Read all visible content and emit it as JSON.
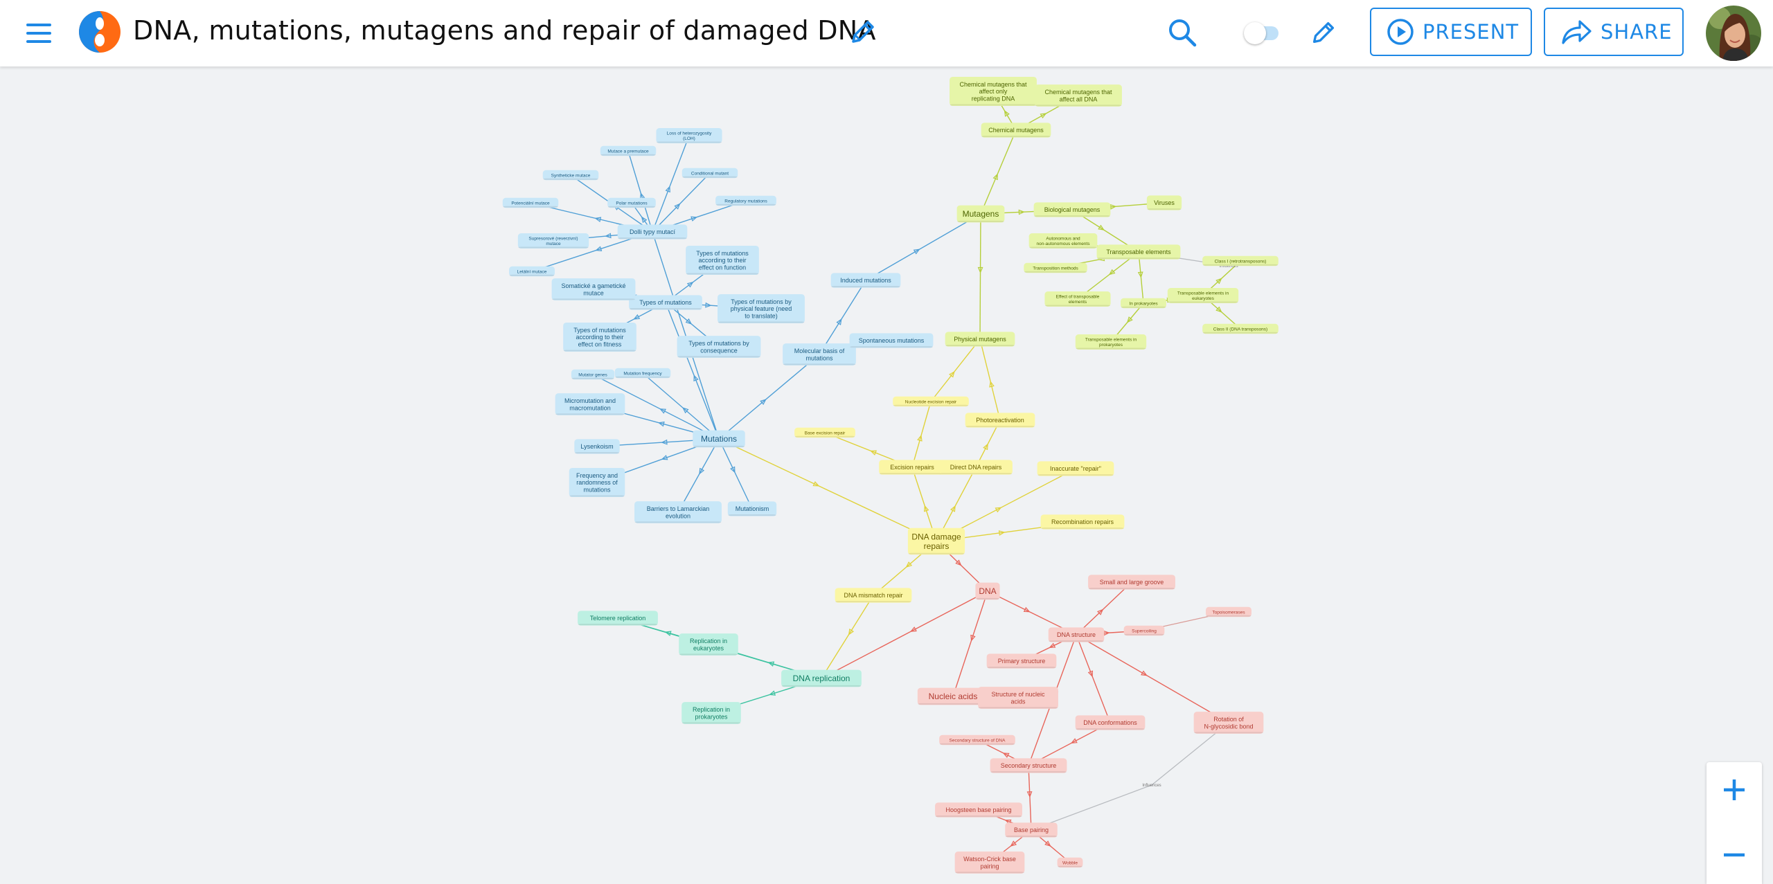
{
  "header": {
    "title": "DNA, mutations, mutagens and repair of damaged DNA",
    "present_label": "PRESENT",
    "share_label": "SHARE"
  },
  "icons": {
    "menu": "hamburger-menu-icon",
    "logo": "app-logo",
    "edit": "pencil-icon",
    "search": "search-icon",
    "toggle": "toggle-switch",
    "present": "play-circle-icon",
    "share": "share-arrow-icon",
    "zoom_in": "plus-icon",
    "zoom_out": "minus-icon"
  },
  "colors": {
    "accent": "#1e88e5",
    "blue_node": "#c8e7f8",
    "blue_text": "#1a5a80",
    "blue_edge": "#4f9fd6",
    "yellow_node": "#fbf6a4",
    "yellow_text": "#6a6000",
    "yellow_edge": "#e0d23a",
    "green_node": "#e6f5a8",
    "green_text": "#4d6400",
    "green_edge": "#b5cf3a",
    "red_node": "#f8cfcb",
    "red_text": "#b03a30",
    "red_edge": "#e8655a",
    "teal_node": "#bdf0e2",
    "teal_text": "#0f7d62",
    "teal_edge": "#3cc3a0"
  },
  "mindmap": {
    "nodes": [
      {
        "id": "mut",
        "label": "Mutations",
        "c": "blue",
        "size": "md"
      },
      {
        "id": "dna_rep",
        "label": "DNA damage repairs",
        "c": "yellow",
        "size": "md"
      },
      {
        "id": "dna",
        "label": "DNA",
        "c": "red",
        "size": "md"
      },
      {
        "id": "dnarep",
        "label": "DNA replication",
        "c": "teal",
        "size": "md"
      },
      {
        "id": "mutagens",
        "label": "Mutagens",
        "c": "green",
        "size": "md"
      },
      {
        "id": "doli",
        "label": "Dolli typy mutací",
        "c": "blue",
        "size": "xs"
      },
      {
        "id": "types",
        "label": "Types of mutations",
        "c": "blue",
        "size": "xs"
      },
      {
        "id": "lih",
        "label": "Loss of heterozygosity (LOH)",
        "c": "blue",
        "size": "xxs"
      },
      {
        "id": "mutpre",
        "label": "Mutace a premutace",
        "c": "blue",
        "size": "xxs"
      },
      {
        "id": "synth",
        "label": "Syntheticke mutace",
        "c": "blue",
        "size": "xxs"
      },
      {
        "id": "potent",
        "label": "Potenciální mutace",
        "c": "blue",
        "size": "xxs"
      },
      {
        "id": "suppr",
        "label": "Supresorové (reverzivní) mutace",
        "c": "blue",
        "size": "xxs"
      },
      {
        "id": "lethal",
        "label": "Letální mutace",
        "c": "blue",
        "size": "xxs"
      },
      {
        "id": "polar",
        "label": "Polar mutations",
        "c": "blue",
        "size": "xxs"
      },
      {
        "id": "conddom",
        "label": "Conditional mutant",
        "c": "blue",
        "size": "xxs"
      },
      {
        "id": "regul",
        "label": "Regulatory mutations",
        "c": "blue",
        "size": "xxs"
      },
      {
        "id": "somat",
        "label": "Somatické a gametické mutace",
        "c": "blue",
        "size": "xs"
      },
      {
        "id": "tfunc",
        "label": "Types of mutations according to their effect on function",
        "c": "blue",
        "size": "xs"
      },
      {
        "id": "tphys",
        "label": "Types of mutations by physical feature (need to translate)",
        "c": "blue",
        "size": "xs"
      },
      {
        "id": "tfit",
        "label": "Types of mutations according to their effect on fitness",
        "c": "blue",
        "size": "xs"
      },
      {
        "id": "tcons",
        "label": "Types of mutations by consequence",
        "c": "blue",
        "size": "xs"
      },
      {
        "id": "induced",
        "label": "Induced mutations",
        "c": "blue",
        "size": "xs"
      },
      {
        "id": "molbasis",
        "label": "Molecular basis of mutations",
        "c": "blue",
        "size": "xs"
      },
      {
        "id": "spont",
        "label": "Spontaneous mutations",
        "c": "blue",
        "size": "xs"
      },
      {
        "id": "mutator",
        "label": "Mutator genes",
        "c": "blue",
        "size": "xxs"
      },
      {
        "id": "mutfreq",
        "label": "Mutation frequency",
        "c": "blue",
        "size": "xxs"
      },
      {
        "id": "micro",
        "label": "Micromutation and macromutation",
        "c": "blue",
        "size": "xs"
      },
      {
        "id": "lysen",
        "label": "Lysenkoism",
        "c": "blue",
        "size": "xs"
      },
      {
        "id": "freq",
        "label": "Frequency and randomness of mutations",
        "c": "blue",
        "size": "xs"
      },
      {
        "id": "barriers",
        "label": "Barriers to Lamarckian evolution",
        "c": "blue",
        "size": "xs"
      },
      {
        "id": "mutationism",
        "label": "Mutationism",
        "c": "blue",
        "size": "xs"
      },
      {
        "id": "chemrep",
        "label": "Chemical mutagens that affect only replicating DNA",
        "c": "green",
        "size": "xs"
      },
      {
        "id": "chemall",
        "label": "Chemical mutagens that affect all DNA",
        "c": "green",
        "size": "xs"
      },
      {
        "id": "chem",
        "label": "Chemical mutagens",
        "c": "green",
        "size": "xs"
      },
      {
        "id": "bio",
        "label": "Biological mutagens",
        "c": "green",
        "size": "xs"
      },
      {
        "id": "viruses",
        "label": "Viruses",
        "c": "green",
        "size": "xs"
      },
      {
        "id": "transp",
        "label": "Transposable elements",
        "c": "green",
        "size": "xs"
      },
      {
        "id": "autonom",
        "label": "Autonomous and non-autonomous elements",
        "c": "green",
        "size": "xxs"
      },
      {
        "id": "transmeth",
        "label": "Transposition methods",
        "c": "green",
        "size": "xxs"
      },
      {
        "id": "effect",
        "label": "Effect of transposable elements",
        "c": "green",
        "size": "xxs"
      },
      {
        "id": "inprok",
        "label": "In prokaryotes",
        "c": "green",
        "size": "xxs"
      },
      {
        "id": "ineuk",
        "label": "Transposable elements in eukaryotes",
        "c": "green",
        "size": "xxs"
      },
      {
        "id": "transprok",
        "label": "Transposable elements in prokaryotes",
        "c": "green",
        "size": "xxs"
      },
      {
        "id": "class1",
        "label": "Class I (retrotransposons)",
        "c": "green",
        "size": "xxs"
      },
      {
        "id": "class2",
        "label": "Class II (DNA transposons)",
        "c": "green",
        "size": "xxs"
      },
      {
        "id": "phys",
        "label": "Physical mutagens",
        "c": "green",
        "size": "xs"
      },
      {
        "id": "nucexc",
        "label": "Nucleotide excision repair",
        "c": "yellow",
        "size": "xxs"
      },
      {
        "id": "baseexc",
        "label": "Base excision repair",
        "c": "yellow",
        "size": "xxs"
      },
      {
        "id": "photo",
        "label": "Photoreactivation",
        "c": "yellow",
        "size": "xs"
      },
      {
        "id": "excision",
        "label": "Excision repairs",
        "c": "yellow",
        "size": "xs"
      },
      {
        "id": "direct",
        "label": "Direct DNA repairs",
        "c": "yellow",
        "size": "xs"
      },
      {
        "id": "inacc",
        "label": "Inaccurate \"repair\"",
        "c": "yellow",
        "size": "xs"
      },
      {
        "id": "recomb",
        "label": "Recombination repairs",
        "c": "yellow",
        "size": "xs"
      },
      {
        "id": "mismatch",
        "label": "DNA mismatch repair",
        "c": "yellow",
        "size": "xs"
      },
      {
        "id": "smalllarge",
        "label": "Small and large groove",
        "c": "red",
        "size": "xs"
      },
      {
        "id": "supercoil",
        "label": "Supercoiling",
        "c": "red",
        "size": "xxs"
      },
      {
        "id": "topo",
        "label": "Topoisomerases",
        "c": "red",
        "size": "xxs"
      },
      {
        "id": "dnastruct",
        "label": "DNA structure",
        "c": "red",
        "size": "xs"
      },
      {
        "id": "primary",
        "label": "Primary structure",
        "c": "red",
        "size": "xs"
      },
      {
        "id": "nucacids",
        "label": "Nucleic acids",
        "c": "red",
        "size": "md"
      },
      {
        "id": "structna",
        "label": "Structure of nucleic acids",
        "c": "red",
        "size": "xs"
      },
      {
        "id": "dnaconf",
        "label": "DNA conformations",
        "c": "red",
        "size": "xs"
      },
      {
        "id": "rotation",
        "label": "Rotation of N-glycosidic bond",
        "c": "red",
        "size": "xs"
      },
      {
        "id": "secdna",
        "label": "Secondary structure of DNA",
        "c": "red",
        "size": "xxs"
      },
      {
        "id": "secondary",
        "label": "Secondary structure",
        "c": "red",
        "size": "xs"
      },
      {
        "id": "hoog",
        "label": "Hoogsteen base pairing",
        "c": "red",
        "size": "xs"
      },
      {
        "id": "basepair",
        "label": "Base pairing",
        "c": "red",
        "size": "xs"
      },
      {
        "id": "watson",
        "label": "Watson-Crick base pairing",
        "c": "red",
        "size": "xs"
      },
      {
        "id": "wobble",
        "label": "Wobble",
        "c": "red",
        "size": "xxs"
      },
      {
        "id": "telomere",
        "label": "Telomere replication",
        "c": "teal",
        "size": "xs"
      },
      {
        "id": "repeuk",
        "label": "Replication in eukaryotes",
        "c": "teal",
        "size": "xs"
      },
      {
        "id": "repprok",
        "label": "Replication in prokaryotes",
        "c": "teal",
        "size": "xs"
      }
    ],
    "links": [
      [
        "Influences"
      ],
      [
        "Influences"
      ]
    ]
  }
}
